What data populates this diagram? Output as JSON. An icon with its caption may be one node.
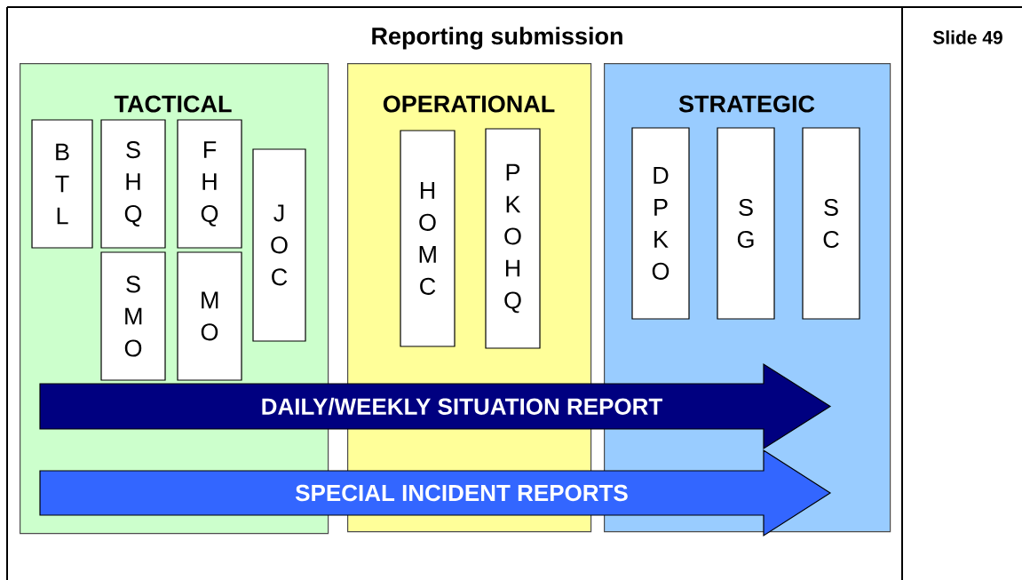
{
  "diagram": {
    "title": "Reporting submission",
    "nodes": [
      {
        "text": [
          "TACTICAL"
        ]
      },
      {
        "text": [
          "B T L"
        ],
        "in": 0
      },
      {
        "text": [
          "S H Q"
        ],
        "in": 0
      },
      {
        "text": [
          "F H Q"
        ],
        "in": 0
      },
      {
        "text": [
          "J O C"
        ],
        "in": 0
      },
      {
        "text": [
          "S M O"
        ],
        "in": 0
      },
      {
        "text": [
          "M O"
        ],
        "in": 0
      },
      {
        "text": [
          "OPERATIONAL"
        ]
      },
      {
        "text": [
          "H O M C"
        ],
        "in": 7
      },
      {
        "text": [
          "P K O H Q"
        ],
        "in": 7
      },
      {
        "text": [
          "STRATEGIC"
        ]
      },
      {
        "text": [
          "D P K O"
        ],
        "in": 10
      },
      {
        "text": [
          "S G"
        ],
        "in": 10
      },
      {
        "text": [
          "S C"
        ],
        "in": 10
      },
      {
        "text": [
          "DAILY/WEEKLY SITUATION REPORT"
        ]
      },
      {
        "text": [
          "SPECIAL INCIDENT REPORTS"
        ]
      }
    ],
    "labels": [
      "Slide 49"
    ]
  }
}
